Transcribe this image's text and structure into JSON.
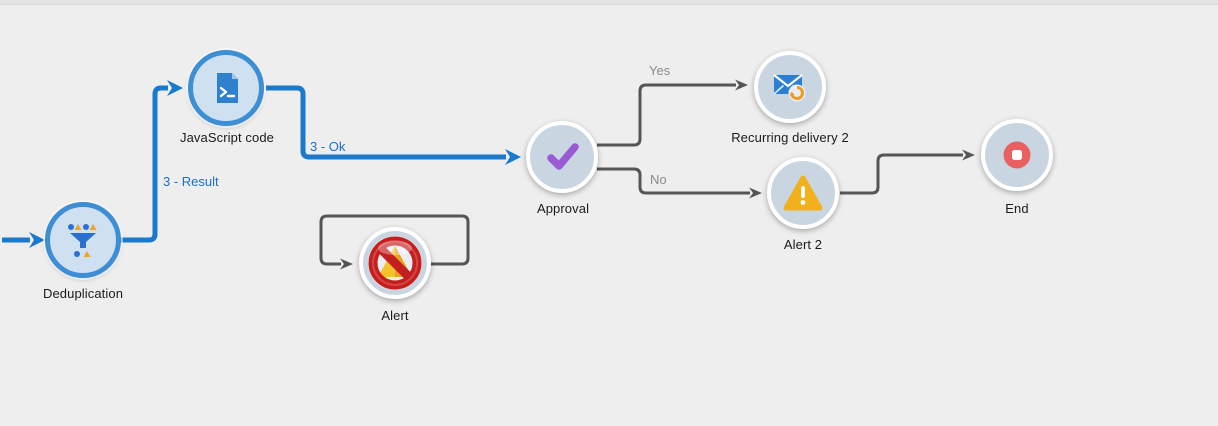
{
  "diagram": {
    "title": "workflow-diagram",
    "colors": {
      "background": "#eeeeee",
      "active_transition": "#1b79cd",
      "default_transition": "#555555",
      "active_node_ring": "#3e8ed6",
      "node_fill": "#cfe1f1",
      "blue_label": "#1b6fd4",
      "gray_label": "#8c8c8c"
    },
    "nodes": [
      {
        "id": "deduplication",
        "label": "Deduplication",
        "icon": "deduplication-funnel-icon",
        "state": "active"
      },
      {
        "id": "javascript-code",
        "label": "JavaScript code",
        "icon": "javascript-code-icon",
        "state": "active"
      },
      {
        "id": "alert",
        "label": "Alert",
        "icon": "alert-forbidden-icon",
        "state": "default"
      },
      {
        "id": "approval",
        "label": "Approval",
        "icon": "approval-check-icon",
        "state": "default"
      },
      {
        "id": "recurring-delivery-2",
        "label": "Recurring delivery 2",
        "icon": "recurring-delivery-icon",
        "state": "default"
      },
      {
        "id": "alert-2",
        "label": "Alert 2",
        "icon": "warning-triangle-icon",
        "state": "default"
      },
      {
        "id": "end",
        "label": "End",
        "icon": "stop-icon",
        "state": "default"
      }
    ],
    "edges": [
      {
        "from": "offscreen-left",
        "to": "deduplication",
        "label": "",
        "style": "active"
      },
      {
        "from": "deduplication",
        "to": "javascript-code",
        "label": "3 - Result",
        "style": "active"
      },
      {
        "from": "javascript-code",
        "to": "approval",
        "label": "3 - Ok",
        "style": "active"
      },
      {
        "from": "approval",
        "to": "recurring-delivery-2",
        "label": "Yes",
        "style": "default"
      },
      {
        "from": "approval",
        "to": "alert-2",
        "label": "No",
        "style": "default"
      },
      {
        "from": "alert-2",
        "to": "end",
        "label": "",
        "style": "default"
      },
      {
        "from": "alert",
        "to": "alert",
        "label": "",
        "style": "default"
      }
    ]
  }
}
